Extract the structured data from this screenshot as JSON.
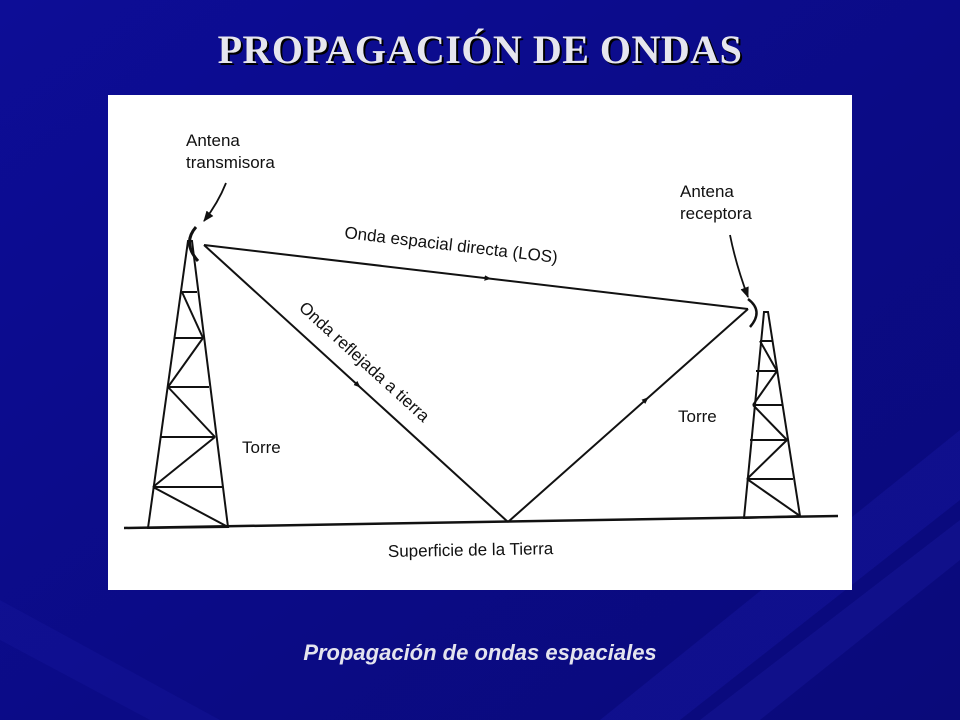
{
  "slide": {
    "title": "PROPAGACIÓN DE ONDAS",
    "caption": "Propagación de ondas espaciales"
  },
  "diagram": {
    "tx_antenna_line1": "Antena",
    "tx_antenna_line2": "transmisora",
    "rx_antenna_line1": "Antena",
    "rx_antenna_line2": "receptora",
    "direct_wave": "Onda espacial directa (LOS)",
    "reflected_wave": "Onda reflejada a tierra",
    "tower_left": "Torre",
    "tower_right": "Torre",
    "ground": "Superficie de la Tierra"
  },
  "colors": {
    "background": "#0c0c8a",
    "title": "#e6e6ee",
    "panel": "#ffffff",
    "ink": "#111111"
  }
}
